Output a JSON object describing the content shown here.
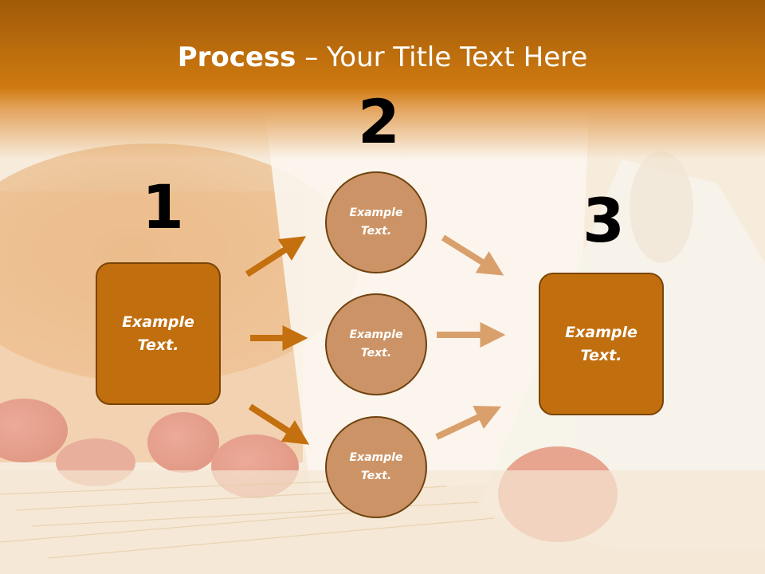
{
  "title": {
    "bold": "Process",
    "rest": " – Your Title Text Here"
  },
  "steps": [
    {
      "number": "1",
      "label": "Example Text."
    },
    {
      "number": "2",
      "label": "Example Text."
    },
    {
      "number": "3",
      "label": "Example Text."
    }
  ],
  "circles": [
    {
      "label": "Example Text."
    },
    {
      "label": "Example Text."
    },
    {
      "label": "Example Text."
    }
  ],
  "colors": {
    "header": "#cf7a10",
    "box": "#c06e0e",
    "circle": "#cc9466",
    "arrow_dark": "#c4700f",
    "arrow_light": "#d9a06c"
  }
}
